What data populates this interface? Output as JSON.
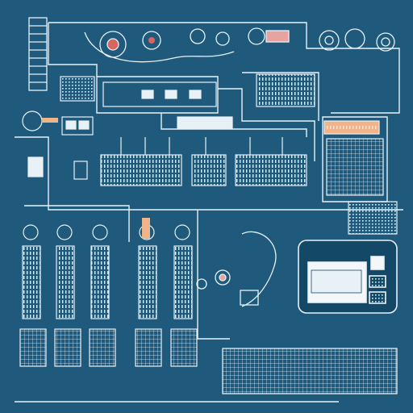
{
  "colors": {
    "background": "#1f5a7c",
    "line": "#e8f1f6",
    "accent_red": "#d9655f",
    "accent_pink": "#e7a2a2",
    "accent_peach": "#f0b48a",
    "screen": "#f4f7fa",
    "screen_panel": "#134866"
  },
  "icons": [
    "gear-icon",
    "dial-icon",
    "fan-icon",
    "knob-icon",
    "screen-icon"
  ],
  "regions": {
    "top_left_ladder": "ladder-rack",
    "top_dials": "dial-cluster",
    "upper_mid_board": "circuit-board",
    "right_grid": "pin-grid",
    "mid_modules": "module-row",
    "left_columns": "tower-columns",
    "monitor": "monitor-unit",
    "bottom_grid": "terminal-strip"
  }
}
